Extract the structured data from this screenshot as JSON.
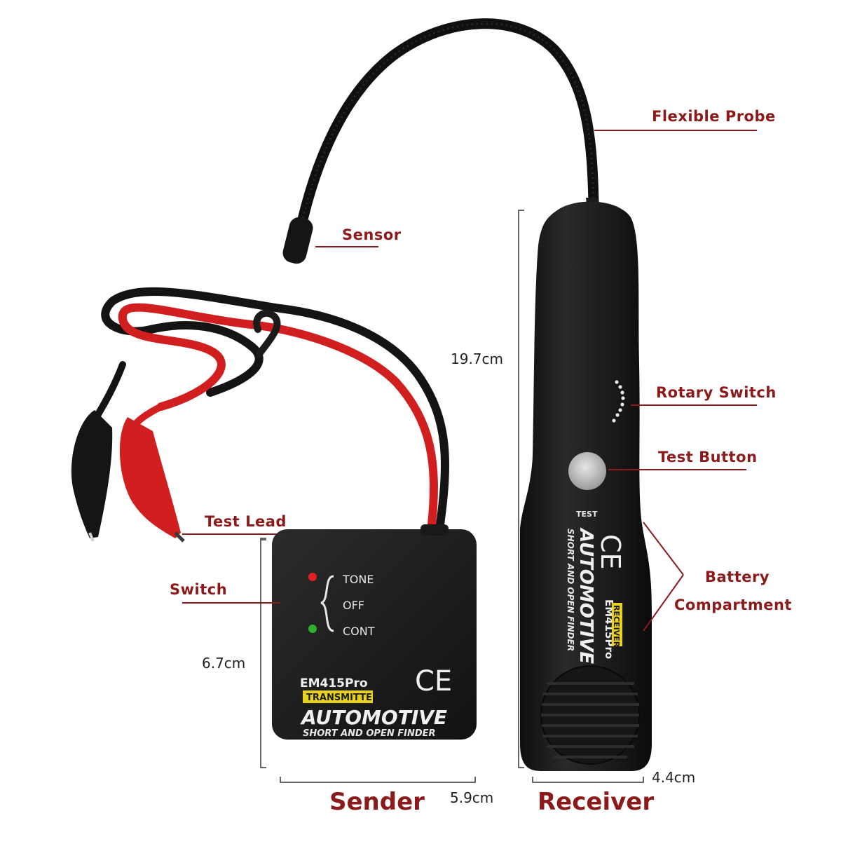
{
  "callouts": {
    "flexible_probe": "Flexible Probe",
    "sensor": "Sensor",
    "rotary_switch": "Rotary Switch",
    "test_button": "Test Button",
    "battery_line1": "Battery",
    "battery_line2": "Compartment",
    "test_lead": "Test Lead",
    "switch": "Switch"
  },
  "dimensions": {
    "receiver_height": "19.7cm",
    "receiver_width": "4.4cm",
    "sender_height": "6.7cm",
    "sender_width": "5.9cm"
  },
  "captions": {
    "sender": "Sender",
    "receiver": "Receiver"
  },
  "sender_device": {
    "switch_tone": "TONE",
    "switch_off": "OFF",
    "switch_cont": "CONT",
    "ce_mark": "CE",
    "model": "EM415Pro",
    "unit_type": "TRANSMITTER",
    "brand_line": "AUTOMOTIVE",
    "sub_line": "SHORT AND OPEN FINDER"
  },
  "receiver_device": {
    "test_label": "TEST",
    "ce_mark": "CE",
    "model": "EM415Pro",
    "unit_type": "RECEIVER",
    "brand_line": "AUTOMOTIVE",
    "sub_line": "SHORT AND OPEN FINDER"
  },
  "colors": {
    "callout_red": "#8b1a1a",
    "device_body": "#1b1b1b",
    "lead_red": "#d11f1f",
    "lead_black": "#141414",
    "label_yellow": "#e8d21e",
    "led_red": "#e02020",
    "led_green": "#2fae2f"
  }
}
